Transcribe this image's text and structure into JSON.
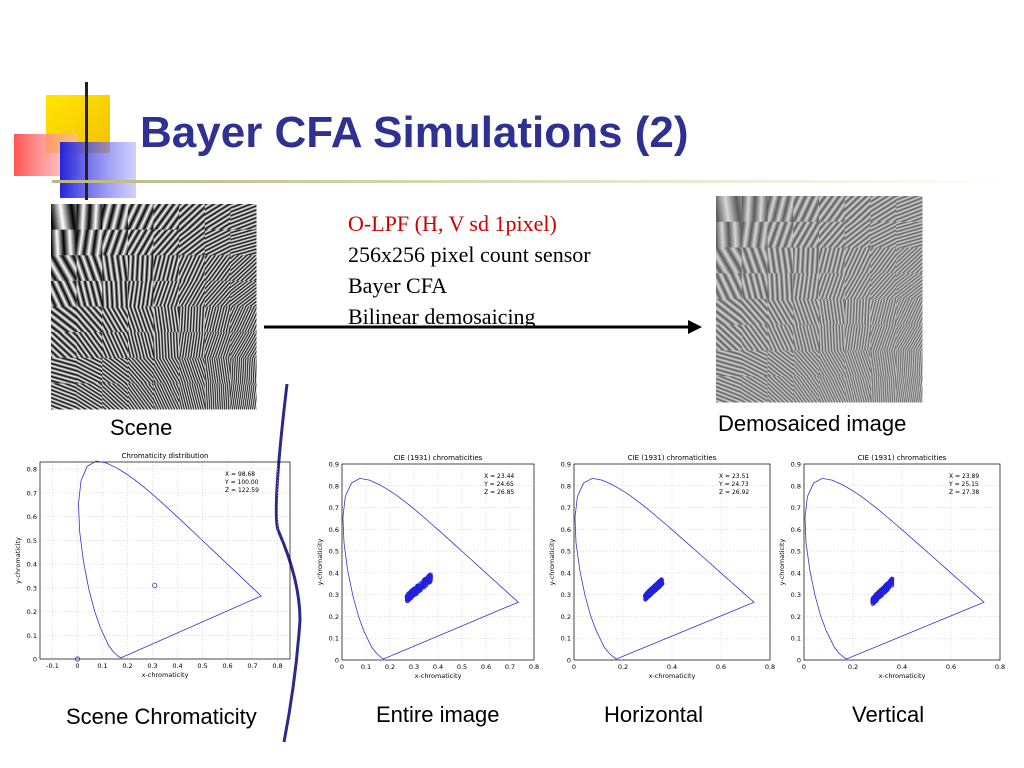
{
  "slide": {
    "title": "Bayer CFA Simulations (2)",
    "info_lines": [
      "O-LPF (H, V sd 1pixel)",
      "256x256 pixel count sensor",
      "Bayer CFA",
      "Bilinear demosaicing"
    ],
    "captions": {
      "scene": "Scene",
      "demosaiced": "Demosaiced image",
      "scene_chromaticity": "Scene Chromaticity",
      "entire": "Entire image",
      "horizontal": "Horizontal",
      "vertical": "Vertical"
    },
    "colors": {
      "title": "#2e3192",
      "accent_red": "#cc0000",
      "plot_line": "#3333cc",
      "divider": "#2a2a8a"
    }
  },
  "chart_data": [
    {
      "type": "scatter",
      "title": "Chromaticity distribution",
      "xlabel": "x-chromaticity",
      "ylabel": "y-chromaticity",
      "xlim": [
        -0.15,
        0.85
      ],
      "ylim": [
        0,
        0.83
      ],
      "xticks": [
        -0.1,
        0,
        0.1,
        0.2,
        0.3,
        0.4,
        0.5,
        0.6,
        0.7,
        0.8
      ],
      "yticks": [
        0,
        0.1,
        0.2,
        0.3,
        0.4,
        0.5,
        0.6,
        0.7,
        0.8
      ],
      "annotations": [
        "X = 98.68",
        "Y = 100.00",
        "Z = 122.59"
      ],
      "points": [
        [
          0.309,
          0.31
        ],
        [
          0.0,
          0.0
        ]
      ],
      "grid": true
    },
    {
      "type": "scatter",
      "title": "CIE (1931) chromaticities",
      "xlabel": "x-chromaticity",
      "ylabel": "y-chromaticity",
      "xlim": [
        0,
        0.8
      ],
      "ylim": [
        0,
        0.9
      ],
      "xticks": [
        0,
        0.1,
        0.2,
        0.3,
        0.4,
        0.5,
        0.6,
        0.7,
        0.8
      ],
      "yticks": [
        0,
        0.1,
        0.2,
        0.3,
        0.4,
        0.5,
        0.6,
        0.7,
        0.8,
        0.9
      ],
      "annotations": [
        "X = 23.44",
        "Y = 24.65",
        "Z = 26.85"
      ],
      "cluster": {
        "x": [
          0.27,
          0.37
        ],
        "y": [
          0.27,
          0.39
        ]
      },
      "grid": true
    },
    {
      "type": "scatter",
      "title": "CIE (1931) chromaticities",
      "xlabel": "x-chromaticity",
      "ylabel": "y-chromaticity",
      "xlim": [
        0,
        0.8
      ],
      "ylim": [
        0,
        0.9
      ],
      "xticks": [
        0,
        0.2,
        0.4,
        0.6,
        0.8
      ],
      "yticks": [
        0,
        0.1,
        0.2,
        0.3,
        0.4,
        0.5,
        0.6,
        0.7,
        0.8,
        0.9
      ],
      "annotations": [
        "X = 23.51",
        "Y = 24.73",
        "Z = 26.92"
      ],
      "cluster": {
        "x": [
          0.29,
          0.36
        ],
        "y": [
          0.28,
          0.37
        ]
      },
      "grid": true
    },
    {
      "type": "scatter",
      "title": "CIE (1931) chromaticities",
      "xlabel": "x-chromaticity",
      "ylabel": "y-chromaticity",
      "xlim": [
        0,
        0.8
      ],
      "ylim": [
        0,
        0.9
      ],
      "xticks": [
        0,
        0.2,
        0.4,
        0.6,
        0.8
      ],
      "yticks": [
        0,
        0.1,
        0.2,
        0.3,
        0.4,
        0.5,
        0.6,
        0.7,
        0.8,
        0.9
      ],
      "annotations": [
        "X = 23.89",
        "Y = 25.15",
        "Z = 27.38"
      ],
      "cluster": {
        "x": [
          0.28,
          0.36
        ],
        "y": [
          0.26,
          0.37
        ]
      },
      "grid": true
    }
  ]
}
